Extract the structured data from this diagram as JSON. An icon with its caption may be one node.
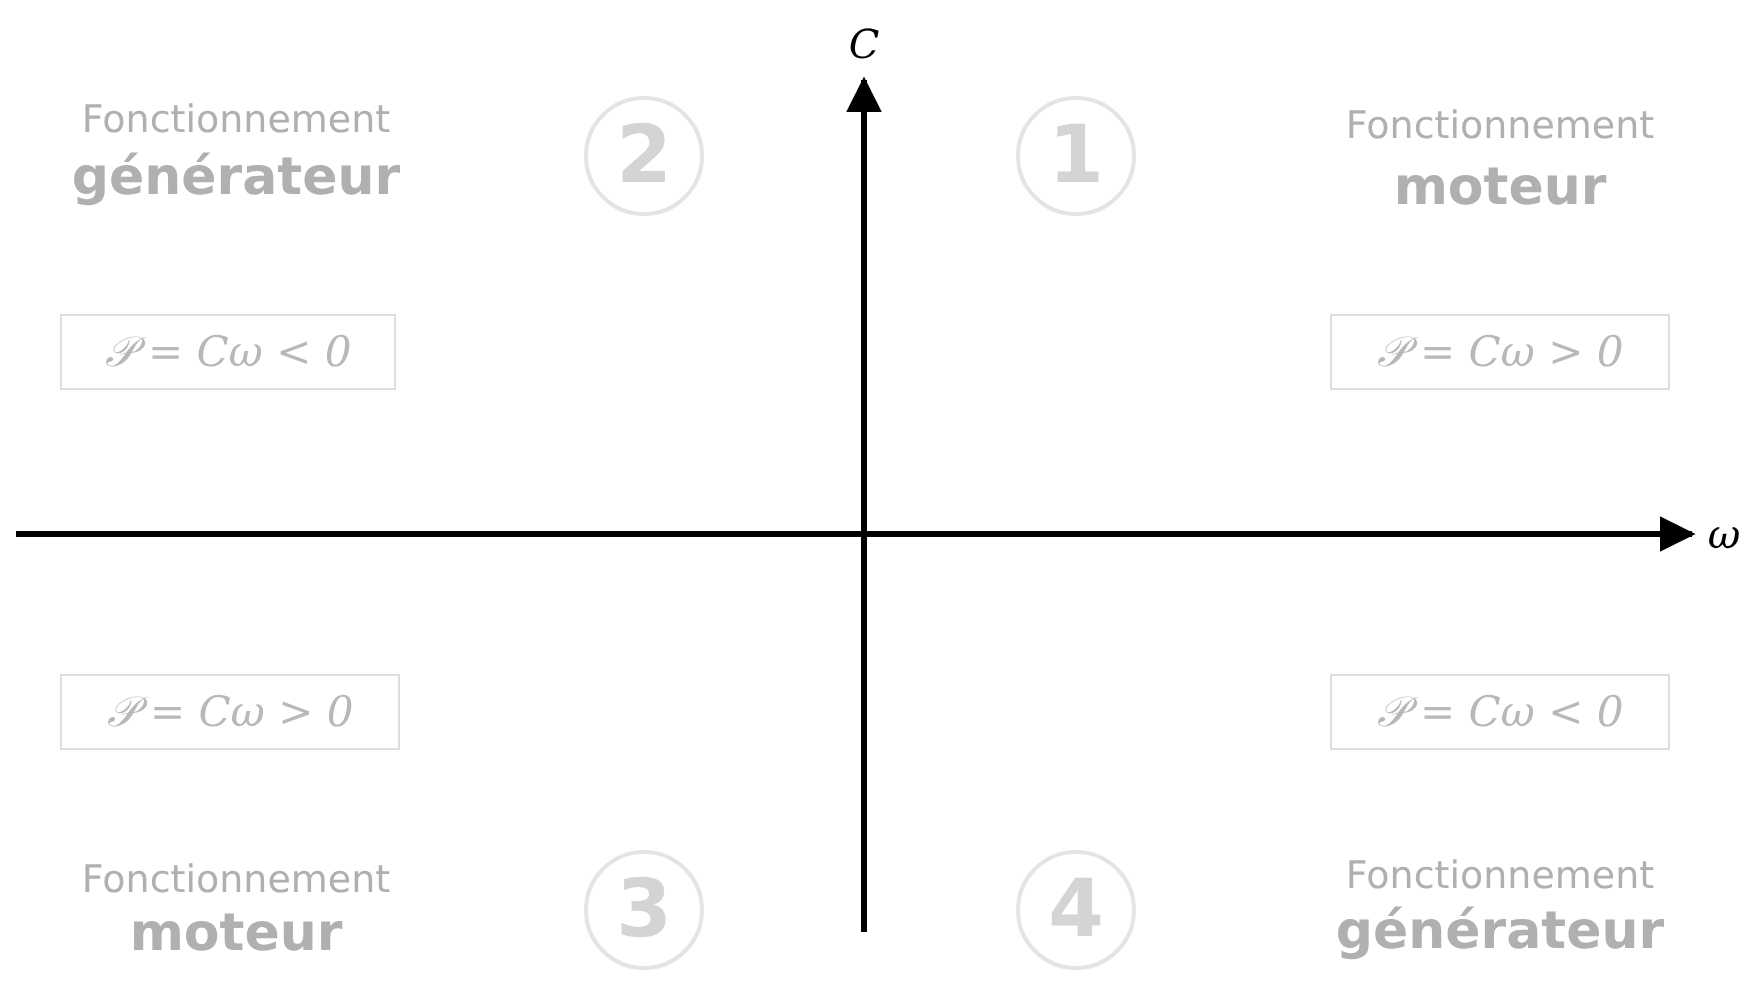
{
  "diagram": {
    "nodes": [
      {
        "text": [
          "2"
        ]
      },
      {
        "text": [
          "1"
        ]
      },
      {
        "text": [
          "𝒫 = Cω < 0"
        ]
      },
      {
        "text": [
          "𝒫 = Cω > 0"
        ]
      },
      {
        "text": [
          "𝒫 = Cω > 0"
        ]
      },
      {
        "text": [
          "𝒫 = Cω < 0"
        ]
      },
      {
        "text": [
          "3"
        ]
      },
      {
        "text": [
          "4"
        ]
      }
    ],
    "edges": [],
    "labels": [
      "C",
      "Fonctionnement",
      "générateur",
      "Fonctionnement",
      "moteur",
      "ω",
      "Fonctionnement",
      "moteur",
      "Fonctionnement",
      "générateur"
    ]
  }
}
